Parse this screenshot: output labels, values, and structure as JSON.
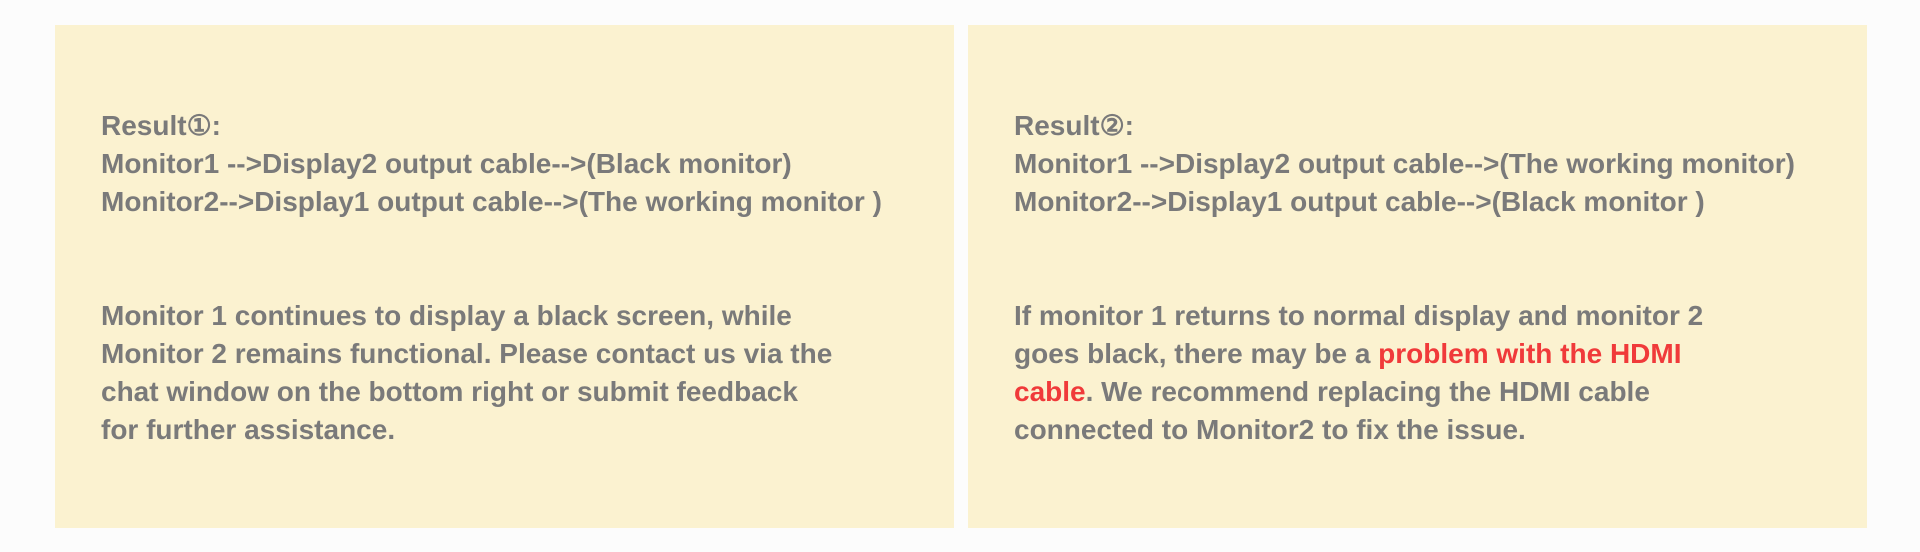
{
  "panels": [
    {
      "result_label": "Result①:",
      "line1": "Monitor1 -->Display2 output cable-->(Black monitor)",
      "line2": "Monitor2-->Display1 output cable-->(The working monitor )",
      "paragraph": "Monitor 1 continues to display a black screen, while Monitor 2 remains functional. Please contact us via the chat window on the bottom right or submit feedback for further assistance."
    },
    {
      "result_label": "Result②:",
      "line1": "Monitor1 -->Display2 output cable-->(The working monitor)",
      "line2": "Monitor2-->Display1 output cable-->(Black monitor )",
      "paragraph_before": "If monitor 1 returns to normal display and monitor 2 goes black, there may be a ",
      "paragraph_highlight": "problem with the HDMI cable",
      "paragraph_after": ". We recommend replacing the HDMI cable connected to Monitor2 to fix the issue."
    }
  ],
  "colors": {
    "card_background": "#fbf2d0",
    "text": "#7a7a7a",
    "highlight": "#f03a3a",
    "page_background": "#fcfcfc"
  }
}
